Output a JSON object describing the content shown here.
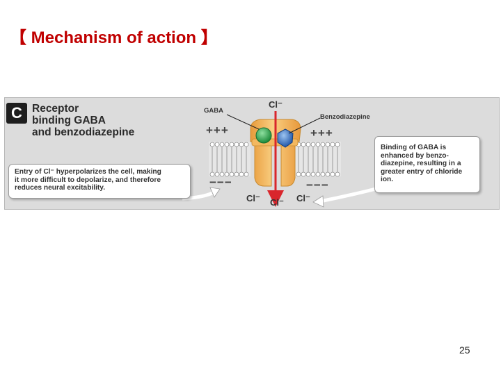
{
  "slide": {
    "title_open": "【",
    "title": "Mechanism of action",
    "title_close": "】",
    "page_number": "25"
  },
  "panel": {
    "badge": "C",
    "heading_lines": [
      "Receptor",
      "binding GABA",
      "and benzodiazepine"
    ]
  },
  "labels": {
    "gaba": "GABA",
    "benzodiazepine": "Benzodiazepine",
    "chloride_top": "Cl⁻",
    "chloride_bottom_left": "Cl⁻",
    "chloride_bottom_center": "Cl⁻",
    "chloride_bottom_right": "Cl⁻",
    "charge_plus_left": "+++",
    "charge_plus_right": "+++",
    "charge_minus_left": "−−−",
    "charge_minus_right": "−−−"
  },
  "callouts": {
    "left_lines": [
      "Entry of Cl⁻ hyperpolarizes the cell, making",
      "it more difficult to depolarize, and therefore",
      "reduces neural excitability."
    ],
    "right_lines": [
      "Binding of GABA is",
      "enhanced by benzo-",
      "diazepine, resulting in a",
      "greater entry of chloride",
      "ion."
    ]
  },
  "colors": {
    "title_red": "#c00000",
    "receptor_orange": "#f5b85a",
    "gaba_green": "#2aa84a",
    "benzo_blue": "#2f6fc0",
    "ion_arrow_red": "#d9262c",
    "membrane_gray": "#9a9a9a"
  }
}
